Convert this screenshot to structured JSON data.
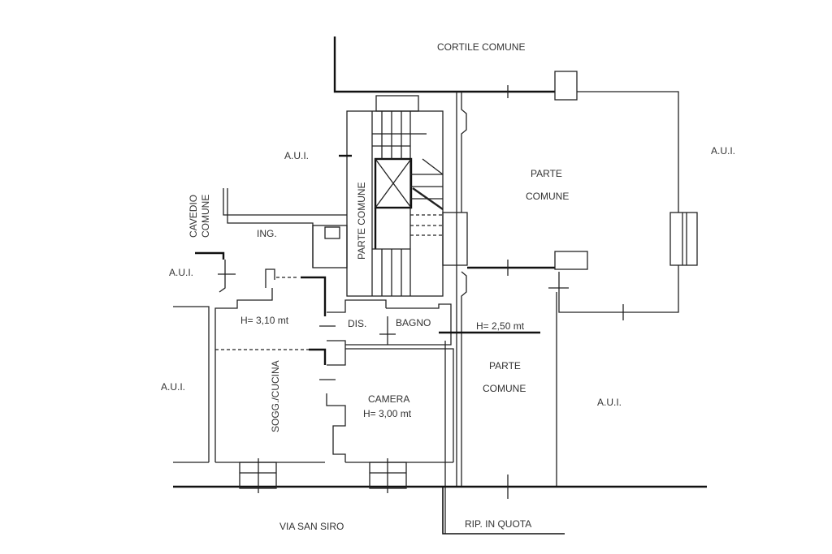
{
  "labels": {
    "cortile_comune": "CORTILE COMUNE",
    "aui_top": "A.U.I.",
    "aui_right": "A.U.I.",
    "aui_left_mid": "A.U.I.",
    "aui_left": "A.U.I.",
    "aui_bottom": "A.U.I.",
    "cavedio": "CAVEDIO",
    "cavedio_comune": "COMUNE",
    "ing": "ING.",
    "parte_comune_vertical": "PARTE COMUNE",
    "parte_top_1": "PARTE",
    "parte_top_2": "COMUNE",
    "parte_bottom_1": "PARTE",
    "parte_bottom_2": "COMUNE",
    "h_soggiorno": "H= 3,10 mt",
    "dis": "DIS.",
    "bagno": "BAGNO",
    "h_bagno": "H= 2,50 mt",
    "soggiorno_cucina": "SOGG./CUCINA",
    "camera": "CAMERA",
    "h_camera": "H= 3,00 mt",
    "via": "VIA SAN SIRO",
    "rip": "RIP. IN QUOTA"
  }
}
